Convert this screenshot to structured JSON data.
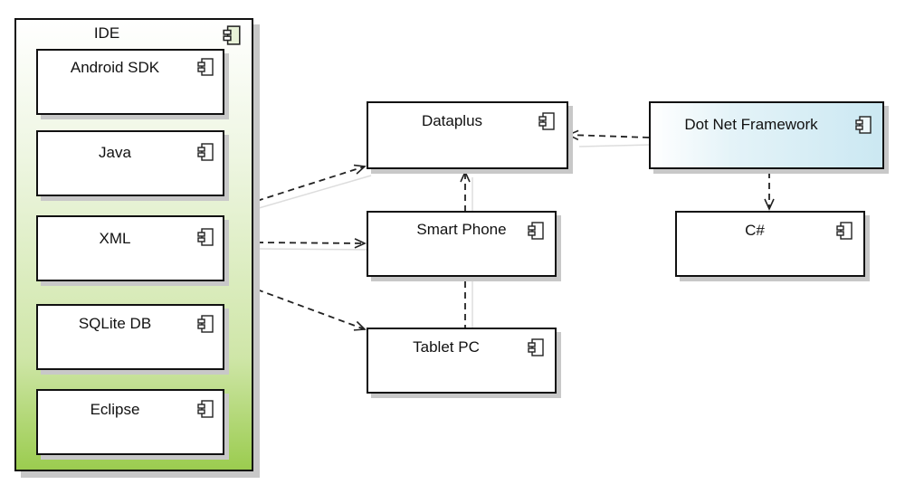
{
  "ide": {
    "title": "IDE",
    "items": [
      {
        "label": "Android SDK"
      },
      {
        "label": "Java"
      },
      {
        "label": "XML"
      },
      {
        "label": "SQLite DB"
      },
      {
        "label": "Eclipse"
      }
    ]
  },
  "components": {
    "dataplus": "Dataplus",
    "smart_phone": "Smart Phone",
    "tablet_pc": "Tablet PC",
    "dot_net": "Dot Net Framework",
    "csharp": "C#"
  },
  "colors": {
    "ide_fill_bottom": "#9bcc4f",
    "dot_net_fill": "#cbe8f2",
    "border": "#111111"
  },
  "icons": [
    "component-icon"
  ]
}
